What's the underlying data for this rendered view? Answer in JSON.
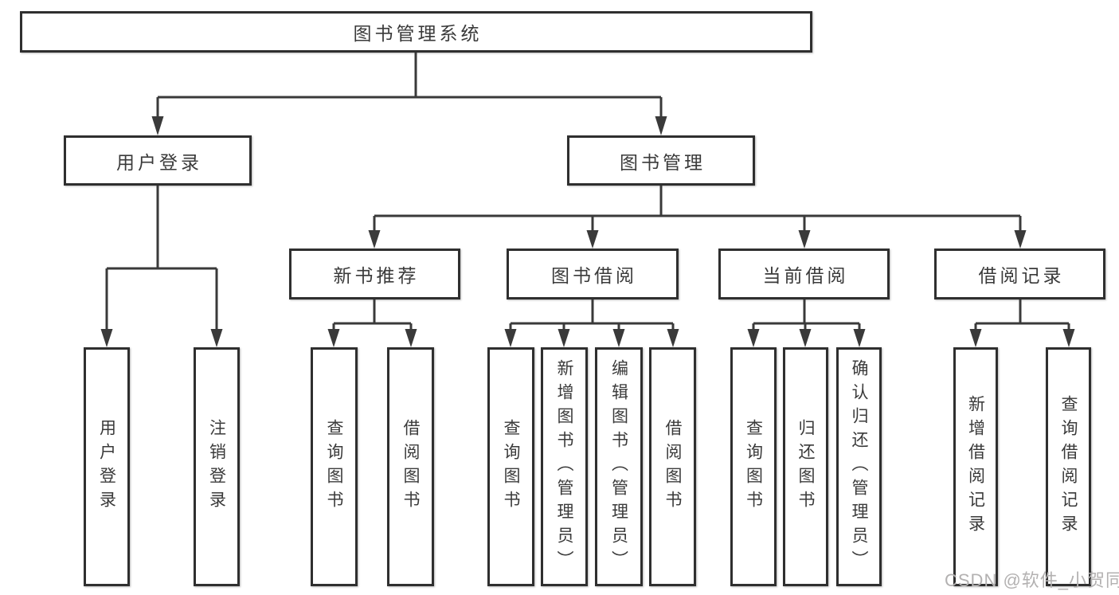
{
  "diagram": {
    "title": "图书管理系统",
    "level2": {
      "user_login": "用户登录",
      "book_management": "图书管理"
    },
    "level3": {
      "new_book_recommend": "新书推荐",
      "book_borrow": "图书借阅",
      "current_borrow": "当前借阅",
      "borrow_records": "借阅记录"
    },
    "leaves": {
      "user_login": "用户登录",
      "logout": "注销登录",
      "nb_query_books": "查询图书",
      "nb_borrow_books": "借阅图书",
      "bb_query_books": "查询图书",
      "bb_add_books": "新增图书（管理员）",
      "bb_edit_books": "编辑图书（管理员）",
      "bb_borrow_books": "借阅图书",
      "cb_query_books": "查询图书",
      "cb_return_books": "归还图书",
      "cb_confirm_return": "确认归还（管理员）",
      "br_add_record": "新增借阅记录",
      "br_query_record": "查询借阅记录"
    }
  },
  "watermark": "CSDN @软件_小贺同学",
  "colors": {
    "line": "#3a3a3a",
    "box_border": "#2f2f2f",
    "text": "#3a3a3a",
    "watermark": "#b3b1b1",
    "background": "#ffffff"
  }
}
